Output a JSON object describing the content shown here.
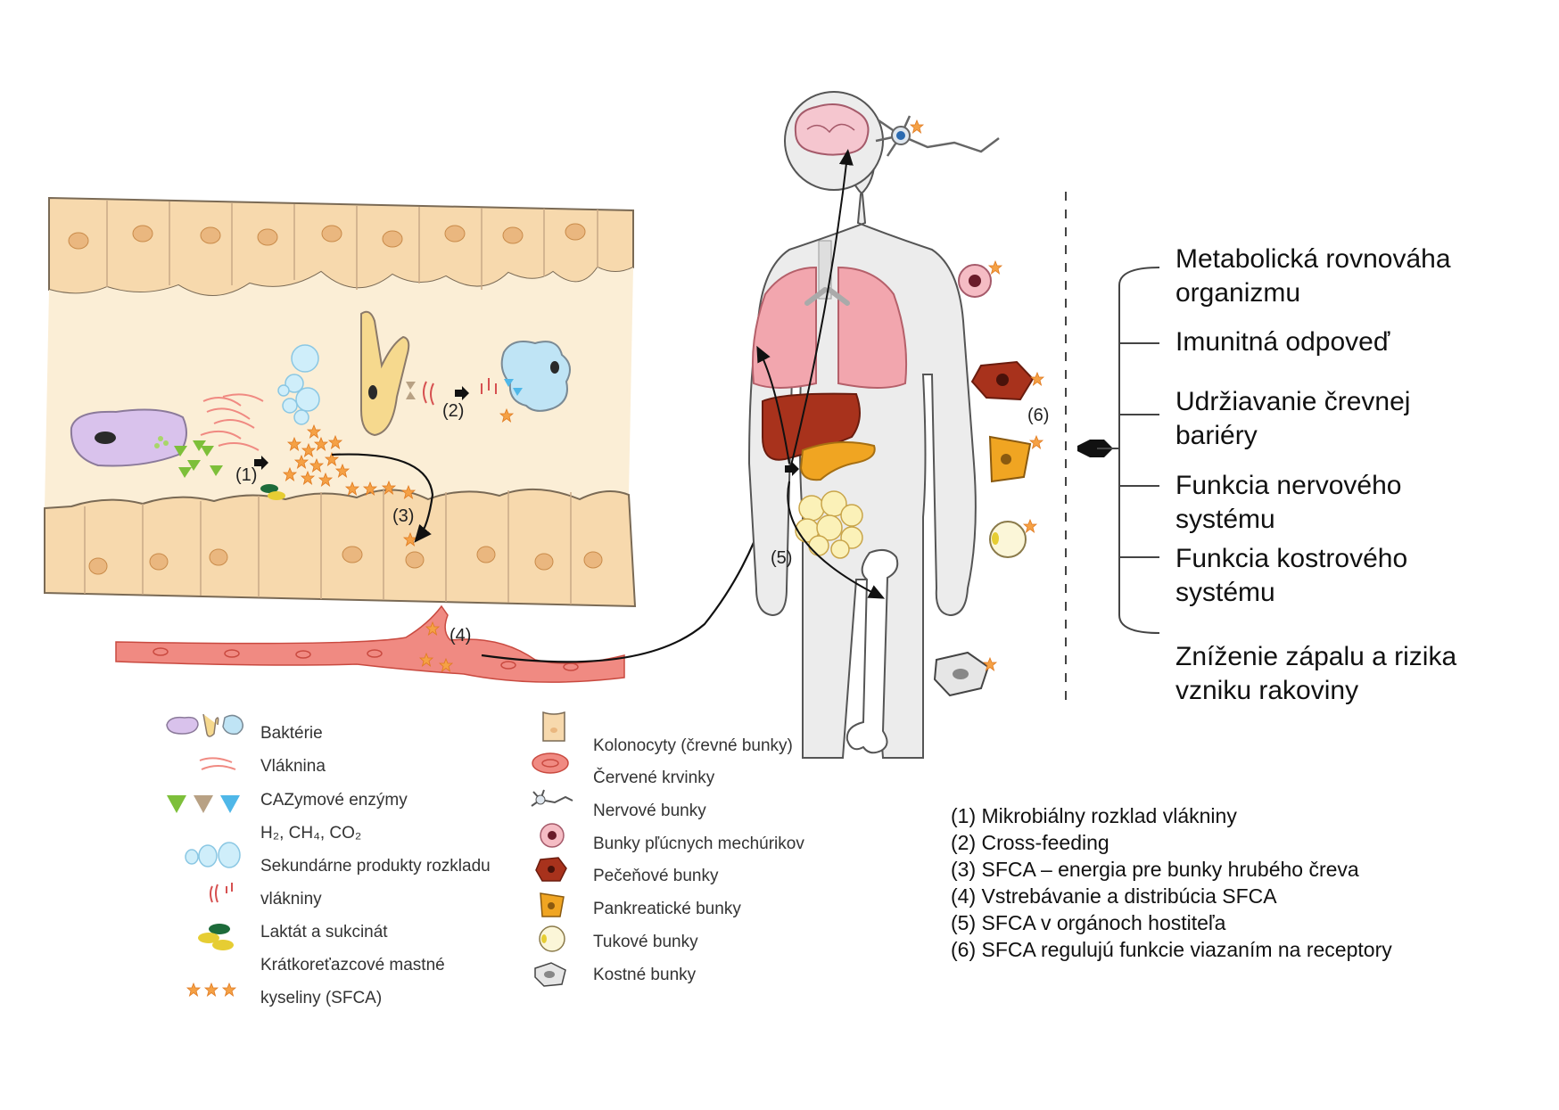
{
  "steps": {
    "s1": "(1)",
    "s2": "(2)",
    "s3": "(3)",
    "s4": "(4)",
    "s5": "(5)",
    "s6": "(6)"
  },
  "effects": [
    "Metabolická rovnováha organizmu",
    "Imunitná odpoveď",
    "Udržiavanie črevnej bariéry",
    "Funkcia nervového systému",
    "Funkcia kostrového systému",
    "Zníženie zápalu a rizika vzniku rakoviny"
  ],
  "legend_left": {
    "bacteria": "Baktérie",
    "fiber": "Vláknina",
    "enzymes": "CAZymové enzýmy",
    "gases": "H₂, CH₄, CO₂",
    "secondary_1": "Sekundárne produkty rozkladu",
    "secondary_2": "vlákniny",
    "lactate": "Laktát a sukcinát",
    "scfa_1": "Krátkoreťazcové mastné",
    "scfa_2": "kyseliny (SFCA)"
  },
  "legend_right": {
    "colonocytes": "Kolonocyty (črevné bunky)",
    "rbc": "Červené krvinky",
    "neurons": "Nervové bunky",
    "alveolar": "Bunky pľúcnych mechúrikov",
    "hepatocytes": "Pečeňové bunky",
    "pancreatic": "Pankreatické bunky",
    "adipocytes": "Tukové bunky",
    "bone": "Kostné bunky"
  },
  "notes": [
    "(1)  Mikrobiálny rozklad vlákniny",
    "(2)  Cross-feeding",
    "(3)  SFCA – energia pre bunky hrubého čreva",
    "(4)  Vstrebávanie a distribúcia SFCA",
    "(5)  SFCA v orgánoch hostiteľa",
    "(6)  SFCA regulujú funkcie viazaním na receptory"
  ],
  "colors": {
    "gut_wall": "#f7d9ad",
    "gut_lumen": "#fbeed6",
    "gut_outline": "#7a6a55",
    "nucleus": "#eab77f",
    "vessel": "#f08a82",
    "body": "#ececec",
    "lung": "#f2a6ae",
    "liver": "#a8321c",
    "pancreas": "#f0a522",
    "fat": "#fbf1b8",
    "scfa_star": "#f5a145",
    "enzyme_green": "#7dbf3a",
    "enzyme_tan": "#b8a184",
    "enzyme_blue": "#4fb7e8"
  }
}
